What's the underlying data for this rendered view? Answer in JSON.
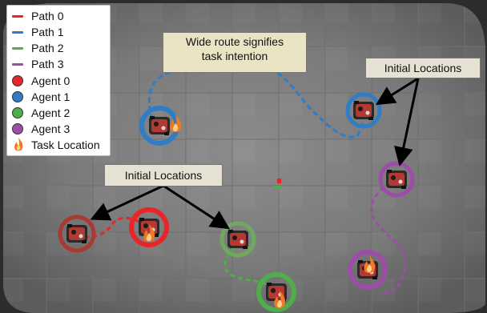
{
  "legend": {
    "paths": [
      {
        "label": "Path 0",
        "color": "#e8262a"
      },
      {
        "label": "Path 1",
        "color": "#2f7dc4"
      },
      {
        "label": "Path 2",
        "color": "#4fae4b"
      },
      {
        "label": "Path 3",
        "color": "#9b4ea6"
      }
    ],
    "agents": [
      {
        "label": "Agent 0",
        "color": "#e8262a"
      },
      {
        "label": "Agent 1",
        "color": "#2f7dc4"
      },
      {
        "label": "Agent 2",
        "color": "#4fae4b"
      },
      {
        "label": "Agent 3",
        "color": "#9b4ea6"
      }
    ],
    "task": {
      "label": "Task Location",
      "icon": "fire-icon",
      "color": "#f07a23"
    }
  },
  "annotations": {
    "wide_route": "Wide route signifies\ntask intention",
    "initial_top": "Initial Locations",
    "initial_left": "Initial Locations"
  }
}
